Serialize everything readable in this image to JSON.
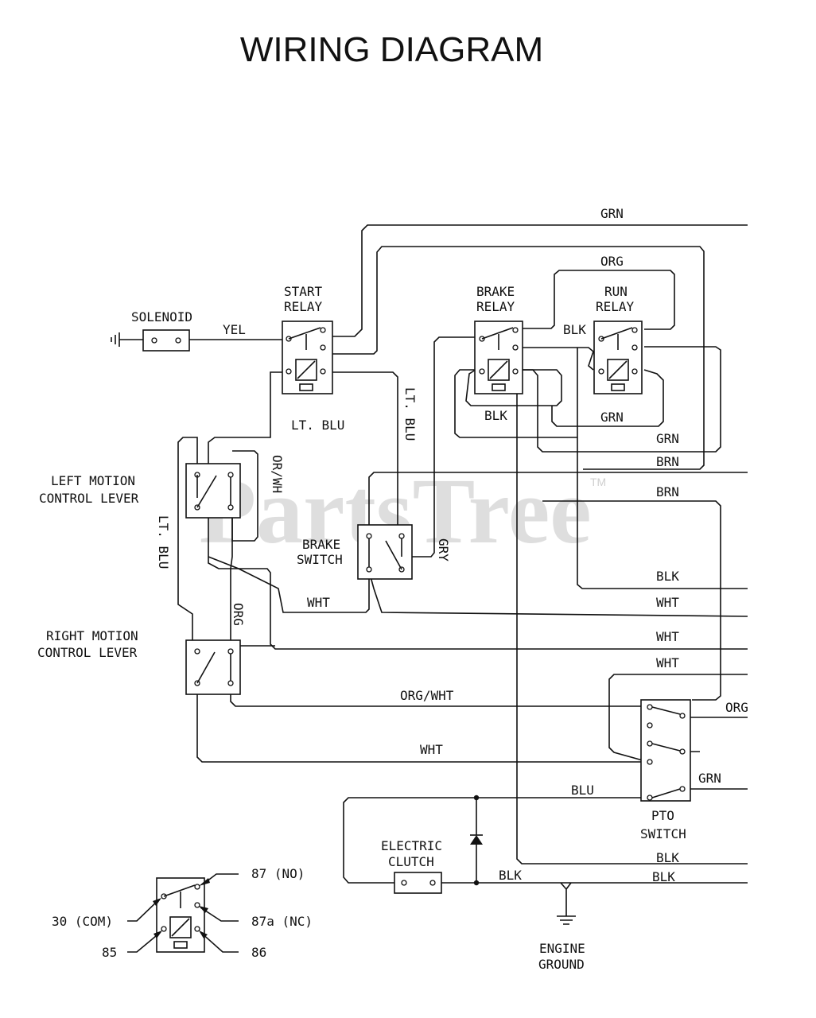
{
  "title": "WIRING DIAGRAM",
  "watermark": {
    "text": "PartsTree",
    "tm": "TM"
  },
  "components": {
    "solenoid": "SOLENOID",
    "start_relay": [
      "START",
      "RELAY"
    ],
    "brake_relay": [
      "BRAKE",
      "RELAY"
    ],
    "run_relay": [
      "RUN",
      "RELAY"
    ],
    "left_lever": [
      "LEFT MOTION",
      "CONTROL LEVER"
    ],
    "right_lever": [
      "RIGHT MOTION",
      "CONTROL LEVER"
    ],
    "brake_switch": [
      "BRAKE",
      "SWITCH"
    ],
    "pto_switch": [
      "PTO",
      "SWITCH"
    ],
    "electric_clutch": [
      "ELECTRIC",
      "CLUTCH"
    ],
    "engine_ground": [
      "ENGINE",
      "GROUND"
    ]
  },
  "wires": {
    "grn_top": "GRN",
    "org_top": "ORG",
    "yel": "YEL",
    "blk_relay": "BLK",
    "blk_under_brake": "BLK",
    "grn_under_run": "GRN",
    "lt_blu_vertical": "LT. BLU",
    "lt_blu_horizontal": "LT. BLU",
    "or_wh": "OR/WH",
    "grn_right": "GRN",
    "brn_1": "BRN",
    "brn_2": "BRN",
    "lt_blu_left": "LT. BLU",
    "gry": "GRY",
    "blk_right": "BLK",
    "wht_brake": "WHT",
    "wht_1": "WHT",
    "org_vertical": "ORG",
    "wht_2": "WHT",
    "wht_3": "WHT",
    "org_wht": "ORG/WHT",
    "org_pto": "ORG",
    "wht_lower": "WHT",
    "grn_pto": "GRN",
    "blu": "BLU",
    "blk_lower_1": "BLK",
    "blk_clutch": "BLK",
    "blk_lower_2": "BLK"
  },
  "legend": {
    "no": "87 (NO)",
    "com": "30 (COM)",
    "nc": "87a (NC)",
    "p85": "85",
    "p86": "86"
  }
}
